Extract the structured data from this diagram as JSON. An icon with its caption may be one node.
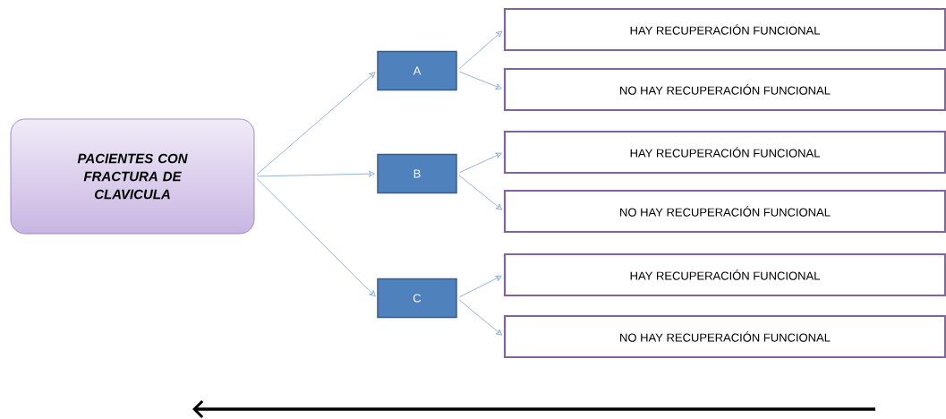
{
  "diagram": {
    "nodes": [
      {
        "text": [
          "PACIENTES CON FRACTURA DE CLAVICULA"
        ]
      },
      {
        "text": [
          "A"
        ]
      },
      {
        "text": [
          "B"
        ]
      },
      {
        "text": [
          "C"
        ]
      },
      {
        "text": [
          "HAY RECUPERACIÓN FUNCIONAL"
        ]
      },
      {
        "text": [
          "NO HAY RECUPERACIÓN FUNCIONAL"
        ]
      },
      {
        "text": [
          "HAY RECUPERACIÓN FUNCIONAL"
        ]
      },
      {
        "text": [
          "NO HAY RECUPERACIÓN FUNCIONAL"
        ]
      },
      {
        "text": [
          "HAY RECUPERACIÓN FUNCIONAL"
        ]
      },
      {
        "text": [
          "NO HAY RECUPERACIÓN FUNCIONAL"
        ]
      }
    ],
    "edges": [
      {
        "from": 0,
        "to": 1,
        "arrow": "to"
      },
      {
        "from": 0,
        "to": 2,
        "arrow": "to"
      },
      {
        "from": 0,
        "to": 3,
        "arrow": "to"
      },
      {
        "from": 1,
        "to": 4,
        "arrow": "to"
      },
      {
        "from": 1,
        "to": 5,
        "arrow": "to"
      },
      {
        "from": 2,
        "to": 6,
        "arrow": "to"
      },
      {
        "from": 2,
        "to": 7,
        "arrow": "to"
      },
      {
        "from": 3,
        "to": 8,
        "arrow": "to"
      },
      {
        "from": 3,
        "to": 9,
        "arrow": "to"
      }
    ]
  }
}
